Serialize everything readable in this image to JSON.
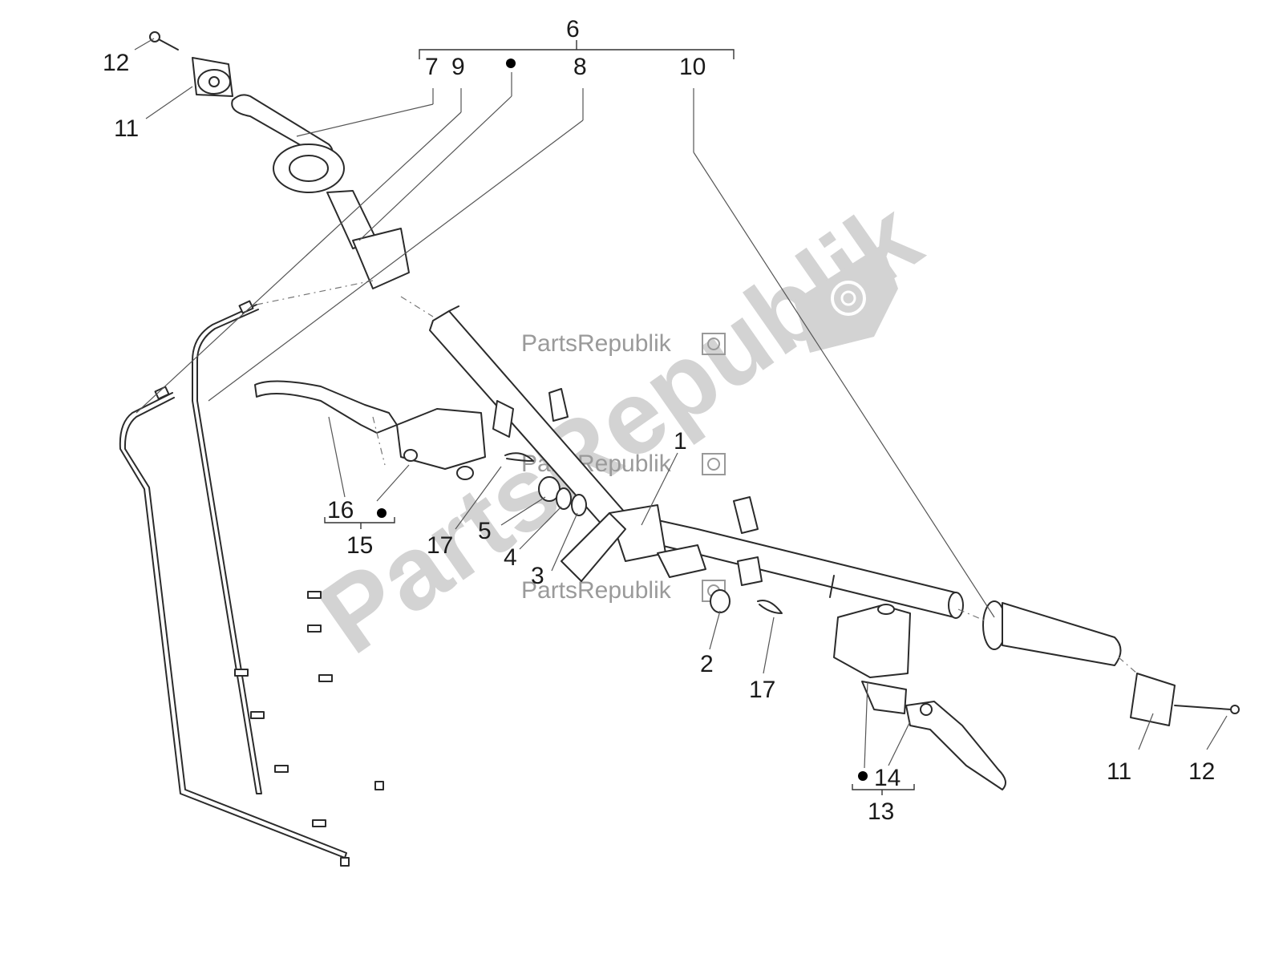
{
  "watermark": {
    "brand": "PartsRepublik"
  },
  "callouts": {
    "c1": "1",
    "c2": "2",
    "c3": "3",
    "c4": "4",
    "c5": "5",
    "c6": "6",
    "c7": "7",
    "c8": "8",
    "c9": "9",
    "c10": "10",
    "c11a": "11",
    "c11b": "11",
    "c12a": "12",
    "c12b": "12",
    "c13": "13",
    "c14": "14",
    "c15": "15",
    "c16": "16",
    "c17a": "17",
    "c17b": "17"
  },
  "colors": {
    "line": "#2b2b2b",
    "watermark_light": "#d3d3d3",
    "watermark_dark": "#9a9a9a"
  }
}
